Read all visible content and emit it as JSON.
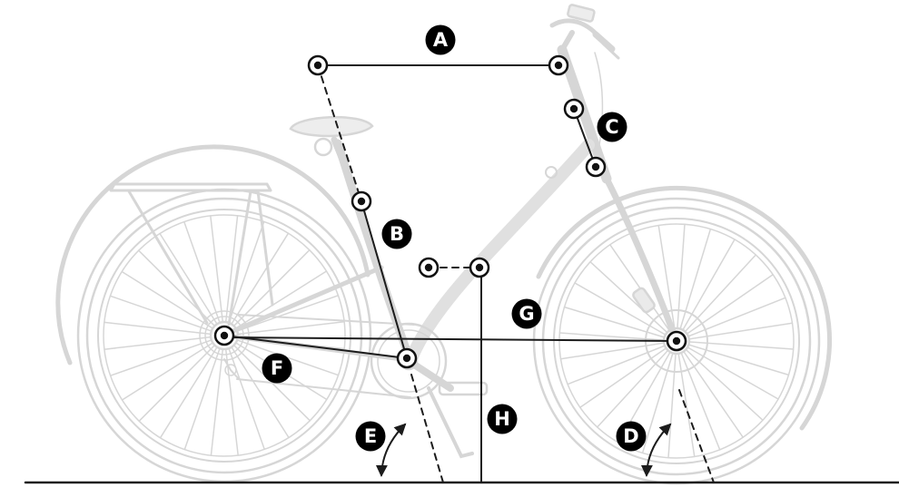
{
  "diagram": {
    "figure_type": "bicycle-geometry-measurement-diagram",
    "labels": [
      {
        "letter": "A"
      },
      {
        "letter": "B"
      },
      {
        "letter": "C"
      },
      {
        "letter": "D"
      },
      {
        "letter": "E"
      },
      {
        "letter": "F"
      },
      {
        "letter": "G"
      },
      {
        "letter": "H"
      }
    ],
    "colors": {
      "background": "#ffffff",
      "bike_outline": "#d6d6d6",
      "measurement": "#1c1c1c",
      "label_background": "#000000",
      "label_text": "#ffffff"
    }
  }
}
